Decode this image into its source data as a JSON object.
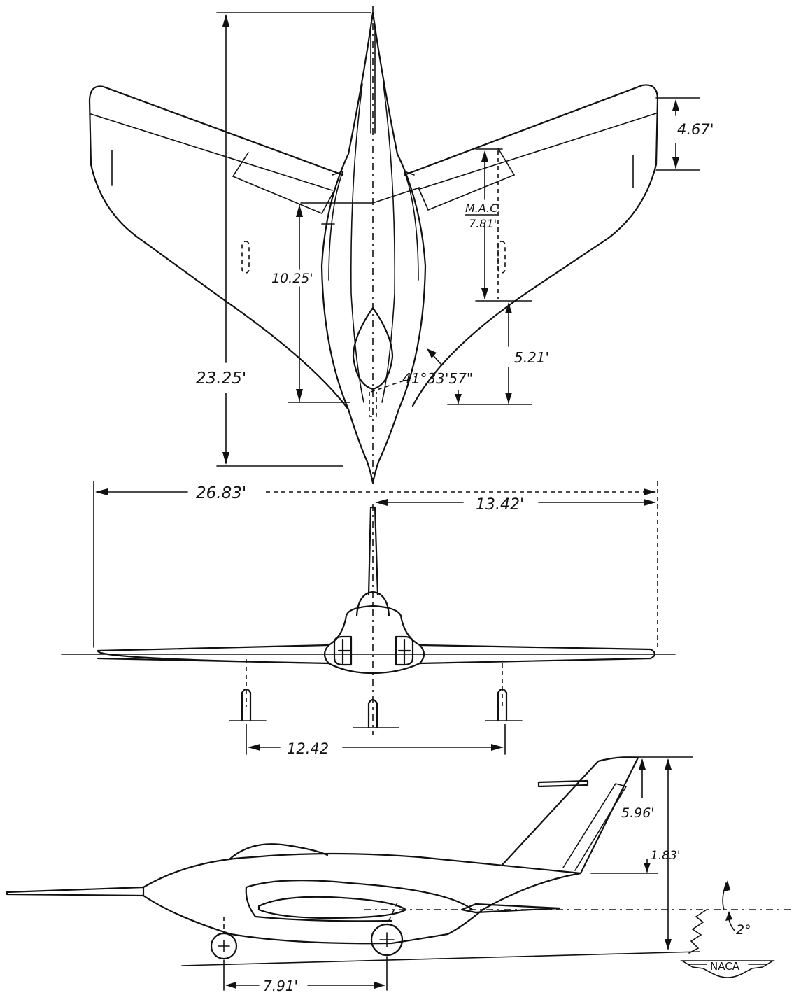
{
  "dimensions": {
    "overall_length": "23.25'",
    "tip_chord": "4.67'",
    "mac_label": "M.A.C.",
    "mac_value": "7.81'",
    "mac_location": "10.25'",
    "mac_offset": "5.21'",
    "sweep_angle": "41°33'57\"",
    "span": "26.83'",
    "semi_span": "13.42'",
    "tread": "12.42",
    "fin_height": "5.96'",
    "tail_height": "1.83'",
    "incidence": "2°",
    "wheelbase": "7.91'"
  },
  "logo": {
    "text": "NACA"
  }
}
